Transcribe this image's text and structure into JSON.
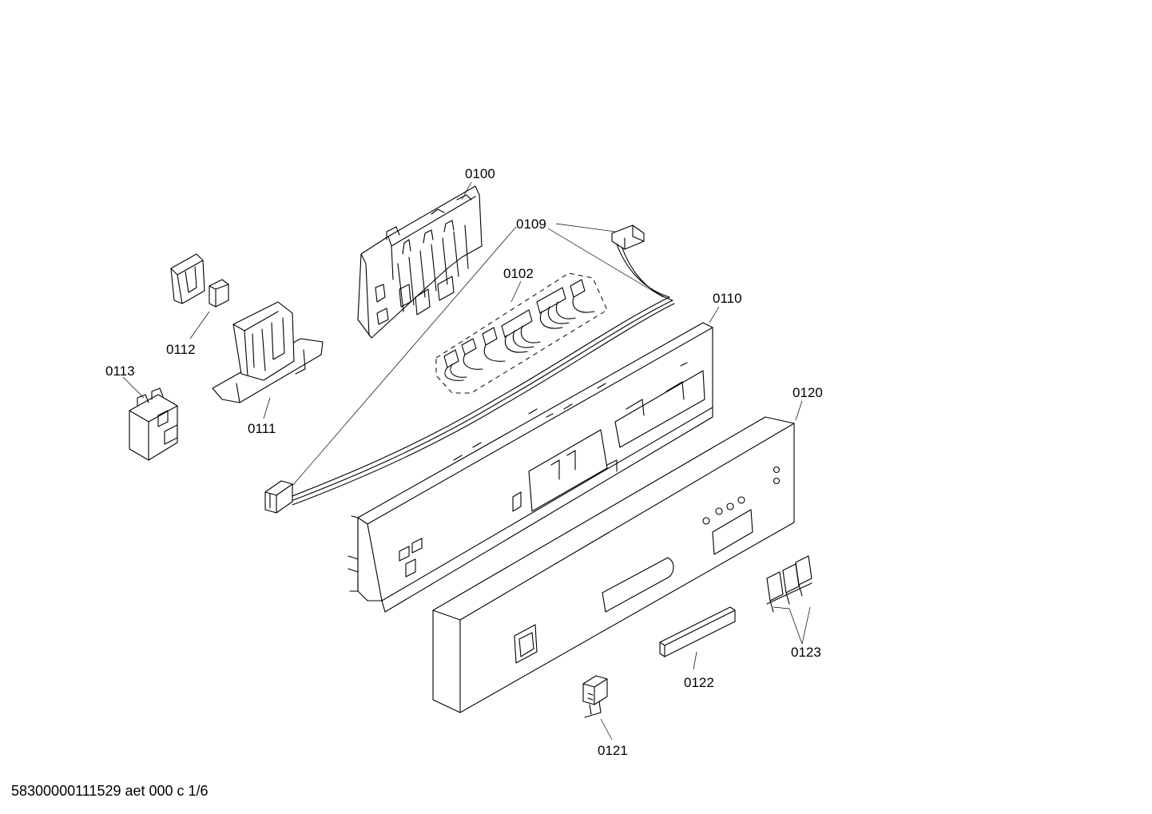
{
  "diagram": {
    "parts": [
      {
        "id": "p0100",
        "label": "0100"
      },
      {
        "id": "p0109",
        "label": "0109"
      },
      {
        "id": "p0102",
        "label": "0102"
      },
      {
        "id": "p0110",
        "label": "0110"
      },
      {
        "id": "p0112",
        "label": "0112"
      },
      {
        "id": "p0113",
        "label": "0113"
      },
      {
        "id": "p0111",
        "label": "0111"
      },
      {
        "id": "p0120",
        "label": "0120"
      },
      {
        "id": "p0123",
        "label": "0123"
      },
      {
        "id": "p0122",
        "label": "0122"
      },
      {
        "id": "p0121",
        "label": "0121"
      }
    ]
  },
  "footer": {
    "doc_id": "58300000111529 aet 000 c 1/6"
  }
}
